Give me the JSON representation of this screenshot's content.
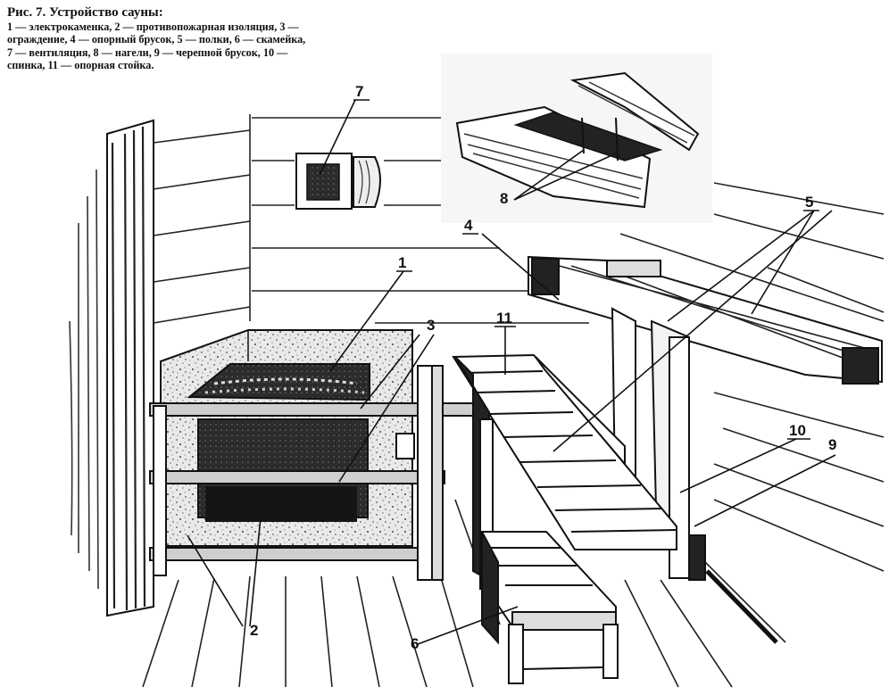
{
  "caption": {
    "title": "Рис. 7. Устройство сауны:",
    "body": "1 — электрокаменка, 2 — противопожарная изоляция, 3 — ограждение, 4 — опорный брусок, 5 — полки, 6 — скамейка, 7 — вентиляция, 8 — нагели, 9 — черепной брусок, 10 — спинка, 11 — опорная стойка."
  },
  "labels": {
    "n1": "1",
    "n2": "2",
    "n3": "3",
    "n4": "4",
    "n5": "5",
    "n6": "6",
    "n7": "7",
    "n8": "8",
    "n9": "9",
    "n10": "10",
    "n11": "11"
  }
}
